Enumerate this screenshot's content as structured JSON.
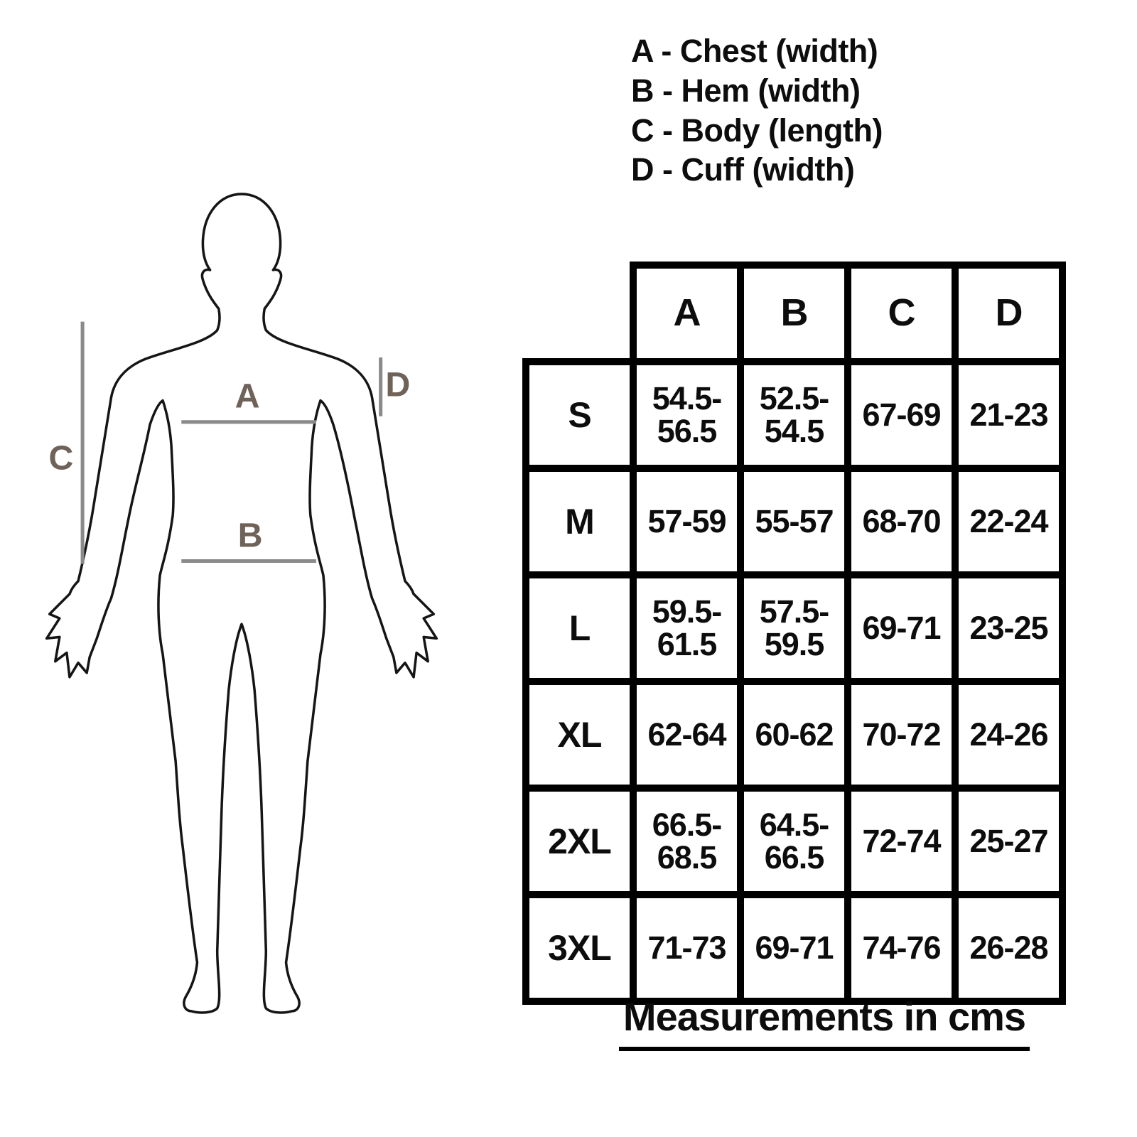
{
  "legend": {
    "items": [
      {
        "label": "A - Chest (width)"
      },
      {
        "label": "B - Hem (width)"
      },
      {
        "label": "C - Body (length)"
      },
      {
        "label": "D - Cuff (width)"
      }
    ]
  },
  "figure": {
    "label_a": "A",
    "label_b": "B",
    "label_c": "C",
    "label_d": "D"
  },
  "size_table": {
    "columns": [
      "A",
      "B",
      "C",
      "D"
    ],
    "rows": [
      {
        "size": "S",
        "a": "54.5-\n56.5",
        "b": "52.5-\n54.5",
        "c": "67-69",
        "d": "21-23"
      },
      {
        "size": "M",
        "a": "57-59",
        "b": "55-57",
        "c": "68-70",
        "d": "22-24"
      },
      {
        "size": "L",
        "a": "59.5-\n61.5",
        "b": "57.5-\n59.5",
        "c": "69-71",
        "d": "23-25"
      },
      {
        "size": "XL",
        "a": "62-64",
        "b": "60-62",
        "c": "70-72",
        "d": "24-26"
      },
      {
        "size": "2XL",
        "a": "66.5-\n68.5",
        "b": "64.5-\n66.5",
        "c": "72-74",
        "d": "25-27"
      },
      {
        "size": "3XL",
        "a": "71-73",
        "b": "69-71",
        "c": "74-76",
        "d": "26-28"
      }
    ]
  },
  "footer": {
    "note": "Measurements in cms"
  },
  "colors": {
    "table_border": "#000000",
    "measure_line": "#8a8a8a",
    "measure_label": "#6e6259",
    "text": "#0d0d0d",
    "background": "#ffffff"
  }
}
